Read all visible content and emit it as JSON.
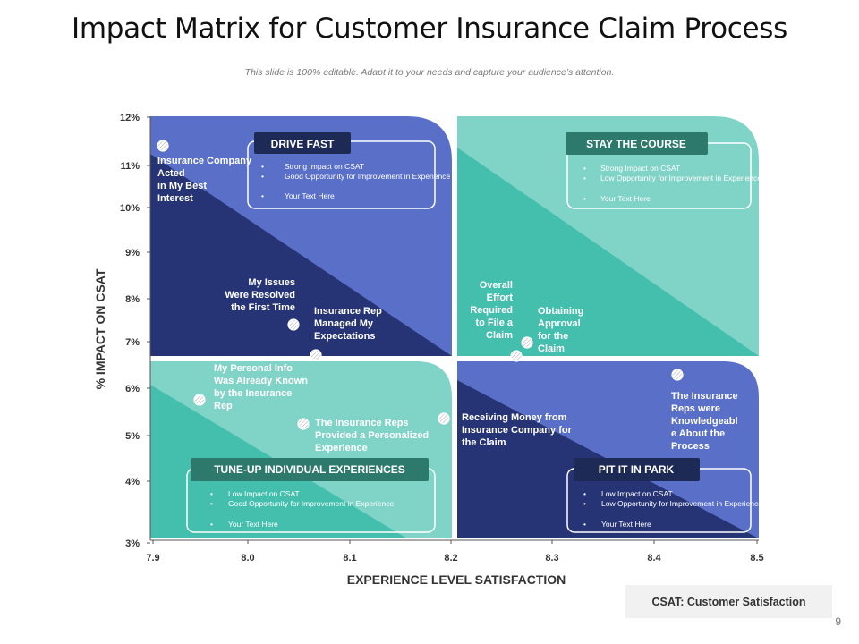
{
  "page": {
    "title": "Impact Matrix for Customer Insurance Claim Process",
    "subtitle": "This slide is 100% editable. Adapt it to your needs and capture your audience’s attention.",
    "page_number": "9",
    "legend_note": "CSAT: Customer Satisfaction"
  },
  "colors": {
    "blue": "#5a70c8",
    "navy": "#263475",
    "teal": "#44bfae",
    "teal_light": "#80d3c7",
    "tag_dark": "#1c2a55",
    "tag_teal": "#2d7a6d"
  },
  "chart_data": {
    "type": "scatter",
    "xlabel": "EXPERIENCE LEVEL SATISFACTION",
    "ylabel": "% IMPACT ON CSAT",
    "x_ticks": [
      "7.9",
      "8.0",
      "8.1",
      "8.2",
      "8.3",
      "8.4",
      "8.5"
    ],
    "y_ticks": [
      "12%",
      "11%",
      "10%",
      "9%",
      "8%",
      "7%",
      "6%",
      "5%",
      "4%",
      "3%"
    ],
    "xlim": [
      7.9,
      8.5
    ],
    "ylim": [
      3,
      12
    ],
    "grid": false,
    "quadrants": [
      {
        "position": "top-left",
        "title": "DRIVE FAST",
        "bullets": [
          "Strong Impact on CSAT",
          "Good Opportunity for Improvement in Experience",
          "Your Text Here"
        ]
      },
      {
        "position": "top-right",
        "title": "STAY THE COURSE",
        "bullets": [
          "Strong Impact on CSAT",
          "Low Opportunity for Improvement in Experience",
          "Your Text Here"
        ]
      },
      {
        "position": "bottom-left",
        "title": "TUNE-UP INDIVIDUAL EXPERIENCES",
        "bullets": [
          "Low Impact on CSAT",
          "Good Opportunity for Improvement in Experience",
          "Your Text Here"
        ]
      },
      {
        "position": "bottom-right",
        "title": "PIT IT IN PARK",
        "bullets": [
          "Low Impact on CSAT",
          "Low Opportunity for Improvement in Experience",
          "Your Text Here"
        ]
      }
    ],
    "points": [
      {
        "x": 7.91,
        "y": 11.4,
        "label": "Insurance Company Acted in My Best Interest"
      },
      {
        "x": 8.045,
        "y": 7.35,
        "label": "My Issues Were Resolved the First Time"
      },
      {
        "x": 8.065,
        "y": 6.65,
        "label": "Insurance Rep Managed My Expectations"
      },
      {
        "x": 7.95,
        "y": 5.75,
        "label": "My Personal Info Was Already Known by the Insurance Rep"
      },
      {
        "x": 8.05,
        "y": 5.25,
        "label": "The Insurance Reps Provided a Personalized Experience"
      },
      {
        "x": 8.19,
        "y": 5.35,
        "label": "Receiving Money from Insurance Company for the Claim"
      },
      {
        "x": 8.26,
        "y": 6.65,
        "label": "Overall Effort Required to File a Claim"
      },
      {
        "x": 8.27,
        "y": 6.95,
        "label": "Obtaining Approval for the Claim"
      },
      {
        "x": 8.42,
        "y": 6.3,
        "label": "The Insurance Reps were Knowledgeable About the Process"
      }
    ]
  }
}
